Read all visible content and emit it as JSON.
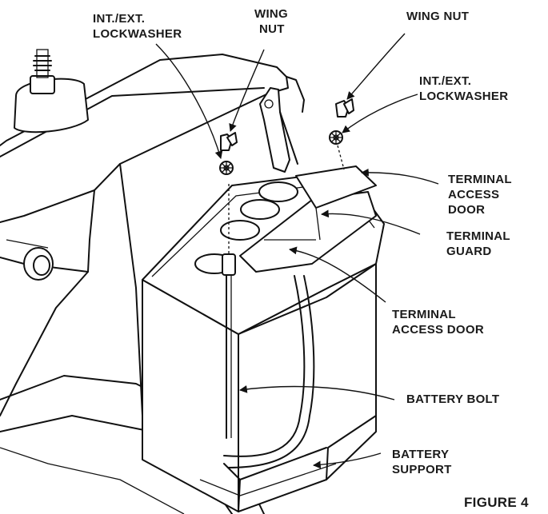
{
  "labels": {
    "int_ext_lockwasher_left": [
      "INT./EXT.",
      "LOCKWASHER"
    ],
    "wing_nut_left": [
      "WING",
      "NUT"
    ],
    "wing_nut_right": [
      "WING NUT"
    ],
    "int_ext_lockwasher_right": [
      "INT./EXT.",
      "LOCKWASHER"
    ],
    "terminal_access_door_top": [
      "TERMINAL",
      "ACCESS",
      "DOOR"
    ],
    "terminal_guard": [
      "TERMINAL",
      "GUARD"
    ],
    "terminal_access_door_bottom": [
      "TERMINAL",
      "ACCESS DOOR"
    ],
    "battery_bolt": [
      "BATTERY BOLT"
    ],
    "battery_support": [
      "BATTERY",
      "SUPPORT"
    ],
    "figure_caption": [
      "FIGURE 4"
    ]
  },
  "icons": {
    "wing_nut": "wing-nut-icon",
    "lockwasher": "lockwasher-icon"
  }
}
